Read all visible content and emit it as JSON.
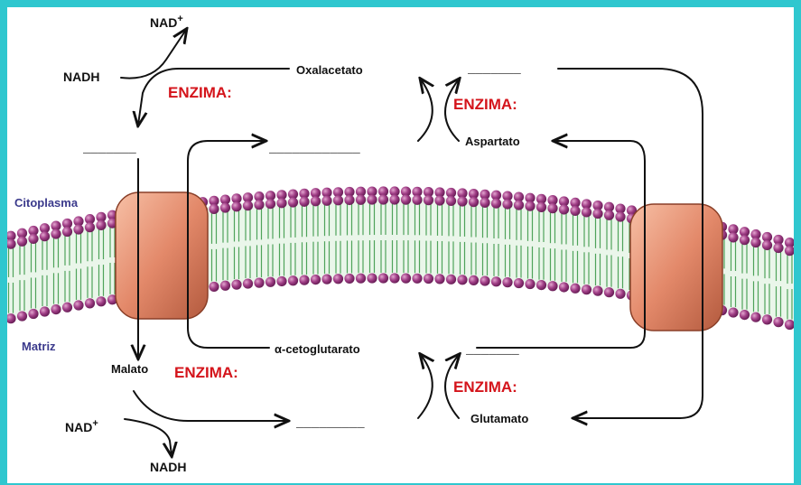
{
  "labels": {
    "nad_plus": "NAD",
    "plus_sign": "+",
    "nadh": "NADH",
    "oxalacetato": "Oxalacetato",
    "aspartato": "Aspartato",
    "malato": "Malato",
    "alfa_cetoglutarato": "α-cetoglutarato",
    "glutamato": "Glutamato",
    "enzima": "ENZIMA:",
    "citoplasma": "Citoplasma",
    "matriz": "Matriz",
    "blank_short": "_______",
    "blank_medium": "_________",
    "blank_long": "____________"
  },
  "colors": {
    "frame": "#2fc7cf",
    "enzima": "#d4141b",
    "membrane_labels": "#3b3a8c",
    "lipid_head": "#a03e86",
    "lipid_tail": "#4fa35a",
    "transporter": "#e79574"
  }
}
